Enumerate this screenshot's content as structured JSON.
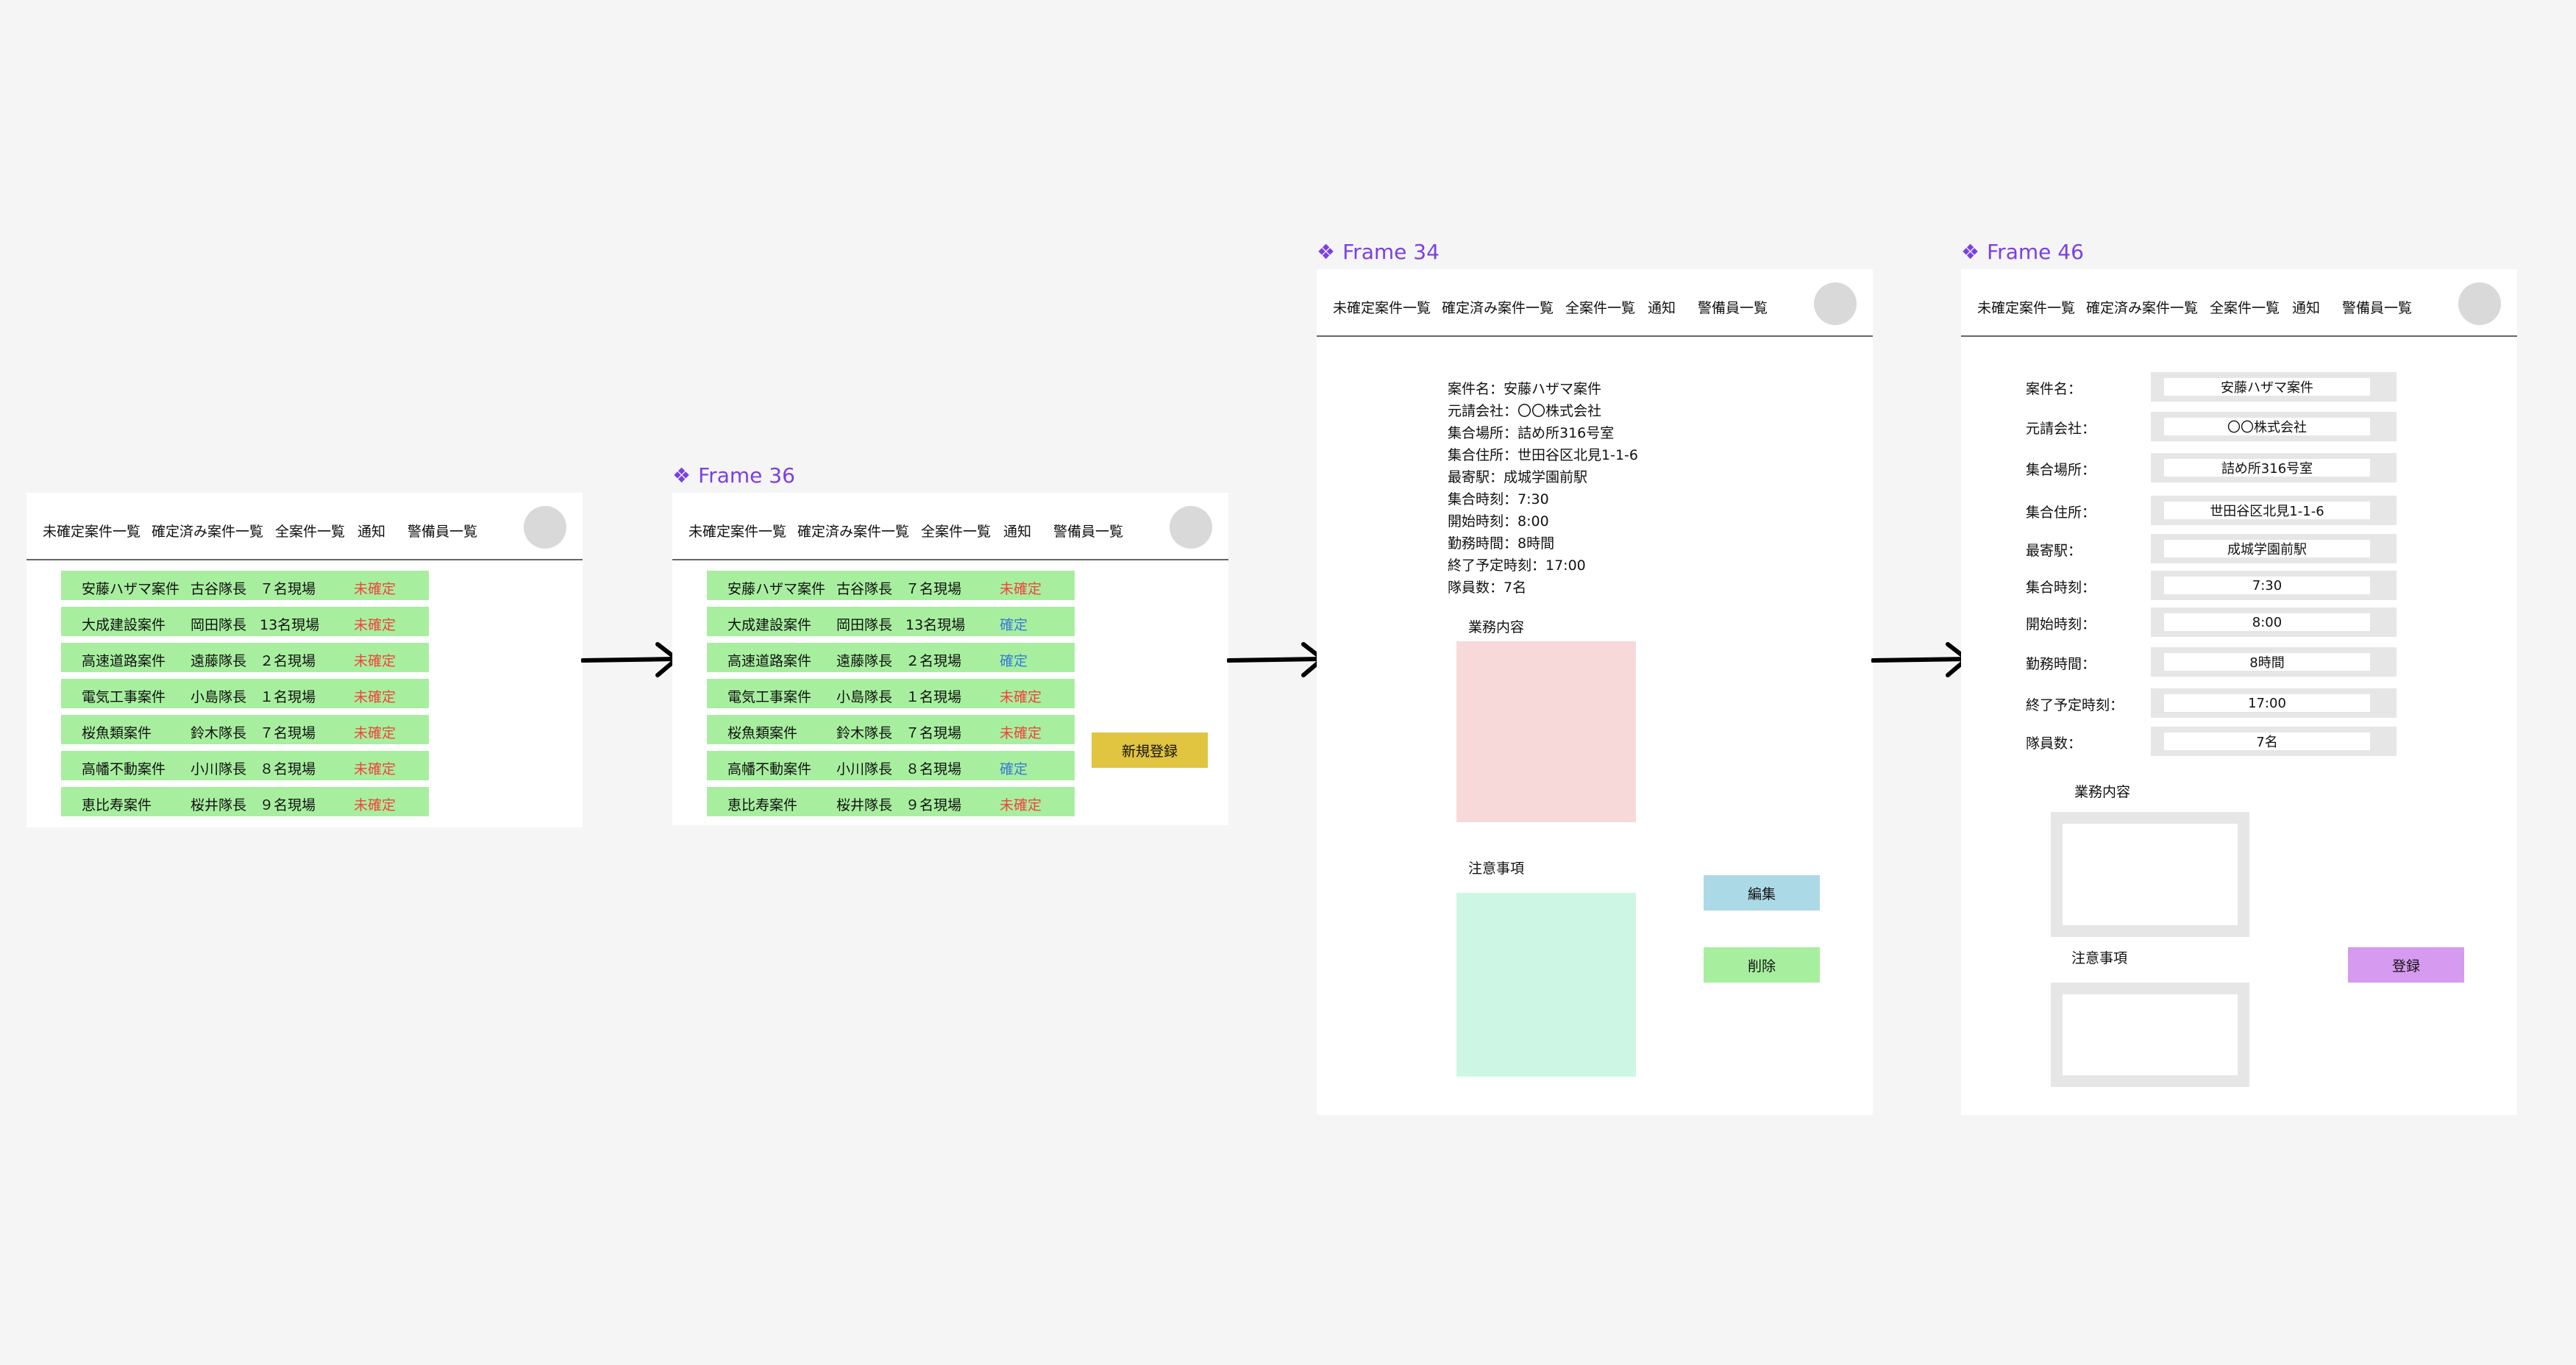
{
  "nav": {
    "items": [
      "未確定案件一覧",
      "確定済み案件一覧",
      "全案件一覧",
      "通知",
      "警備員一覧"
    ]
  },
  "frame_list": {
    "rows": [
      {
        "name": "安藤ハザマ案件",
        "leader": "古谷隊長",
        "sites": "７名現場",
        "status": "未確定"
      },
      {
        "name": "大成建設案件",
        "leader": "岡田隊長",
        "sites": "13名現場",
        "status": "未確定"
      },
      {
        "name": "高速道路案件",
        "leader": "遠藤隊長",
        "sites": "２名現場",
        "status": "未確定"
      },
      {
        "name": "電気工事案件",
        "leader": "小島隊長",
        "sites": "１名現場",
        "status": "未確定"
      },
      {
        "name": "桜魚類案件",
        "leader": "鈴木隊長",
        "sites": "７名現場",
        "status": "未確定"
      },
      {
        "name": "高幡不動案件",
        "leader": "小川隊長",
        "sites": "８名現場",
        "status": "未確定"
      },
      {
        "name": "恵比寿案件",
        "leader": "桜井隊長",
        "sites": "９名現場",
        "status": "未確定"
      }
    ]
  },
  "frame36": {
    "label": "Frame 36",
    "rows": [
      {
        "name": "安藤ハザマ案件",
        "leader": "古谷隊長",
        "sites": "７名現場",
        "status": "未確定",
        "confirmed": false
      },
      {
        "name": "大成建設案件",
        "leader": "岡田隊長",
        "sites": "13名現場",
        "status": "確定",
        "confirmed": true
      },
      {
        "name": "高速道路案件",
        "leader": "遠藤隊長",
        "sites": "２名現場",
        "status": "確定",
        "confirmed": true
      },
      {
        "name": "電気工事案件",
        "leader": "小島隊長",
        "sites": "１名現場",
        "status": "未確定",
        "confirmed": false
      },
      {
        "name": "桜魚類案件",
        "leader": "鈴木隊長",
        "sites": "７名現場",
        "status": "未確定",
        "confirmed": false
      },
      {
        "name": "高幡不動案件",
        "leader": "小川隊長",
        "sites": "８名現場",
        "status": "確定",
        "confirmed": true
      },
      {
        "name": "恵比寿案件",
        "leader": "桜井隊長",
        "sites": "９名現場",
        "status": "未確定",
        "confirmed": false
      }
    ],
    "new_button": "新規登録"
  },
  "frame34": {
    "label": "Frame 34",
    "details": [
      "案件名：安藤ハザマ案件",
      "元請会社：〇〇株式会社",
      "集合場所：詰め所316号室",
      "集合住所：世田谷区北見1-1-6",
      "最寄駅：成城学園前駅",
      "集合時刻：7:30",
      "開始時刻：8:00",
      "勤務時間：8時間",
      "終了予定時刻：17:00",
      "隊員数：7名"
    ],
    "work_label": "業務内容",
    "notes_label": "注意事項",
    "edit_button": "編集",
    "delete_button": "削除"
  },
  "frame46": {
    "label": "Frame 46",
    "fields": [
      {
        "label": "案件名：",
        "value": "安藤ハザマ案件"
      },
      {
        "label": "元請会社：",
        "value": "〇〇株式会社"
      },
      {
        "label": "集合場所：",
        "value": "詰め所316号室"
      },
      {
        "label": "集合住所：",
        "value": "世田谷区北見1-1-6"
      },
      {
        "label": "最寄駅：",
        "value": "成城学園前駅"
      },
      {
        "label": "集合時刻：",
        "value": "7:30"
      },
      {
        "label": "開始時刻：",
        "value": "8:00"
      },
      {
        "label": "勤務時間：",
        "value": "8時間"
      },
      {
        "label": "終了予定時刻：",
        "value": "17:00"
      },
      {
        "label": "隊員数：",
        "value": "7名"
      }
    ],
    "work_label": "業務内容",
    "notes_label": "注意事項",
    "register_button": "登録"
  },
  "colors": {
    "row_bg": "#a7ef9f",
    "unconfirmed": "#f0443c",
    "confirmed": "#3a7bd5",
    "new_button": "#e1c43f",
    "edit_button": "#acd9e6",
    "delete_button": "#a7ef9f",
    "register_button": "#d69af0",
    "work_box": "#f7d9d9",
    "notes_box": "#cdf7e4",
    "frame_label": "#7b3fe4"
  }
}
